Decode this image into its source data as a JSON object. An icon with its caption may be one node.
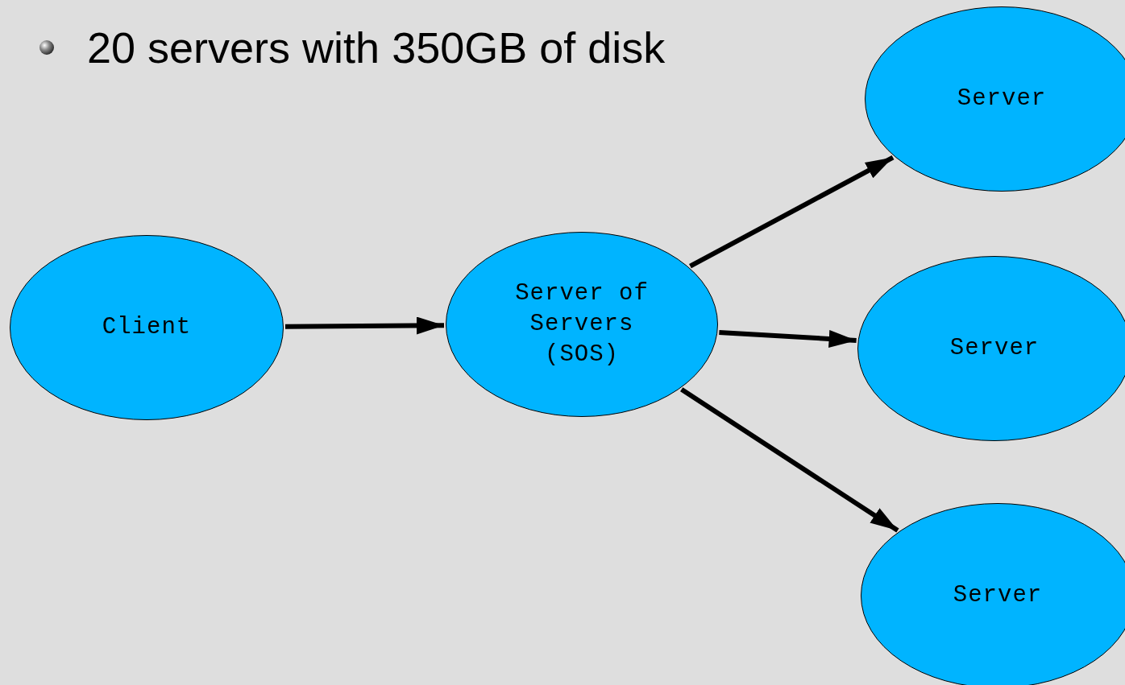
{
  "diagram": {
    "nodes": [
      {
        "text": [
          "Client"
        ]
      },
      {
        "text": [
          "Server of Servers (SOS)"
        ]
      },
      {
        "text": [
          "Server"
        ]
      },
      {
        "text": [
          "Server"
        ]
      },
      {
        "text": [
          "Server"
        ]
      }
    ],
    "edges": [
      {
        "from": 0,
        "to": 1,
        "arrow": "to"
      },
      {
        "from": 1,
        "to": 2,
        "arrow": "to"
      },
      {
        "from": 1,
        "to": 3,
        "arrow": "to"
      },
      {
        "from": 1,
        "to": 4,
        "arrow": "to"
      }
    ],
    "labels": [
      "20 servers with 350GB of disk"
    ]
  }
}
